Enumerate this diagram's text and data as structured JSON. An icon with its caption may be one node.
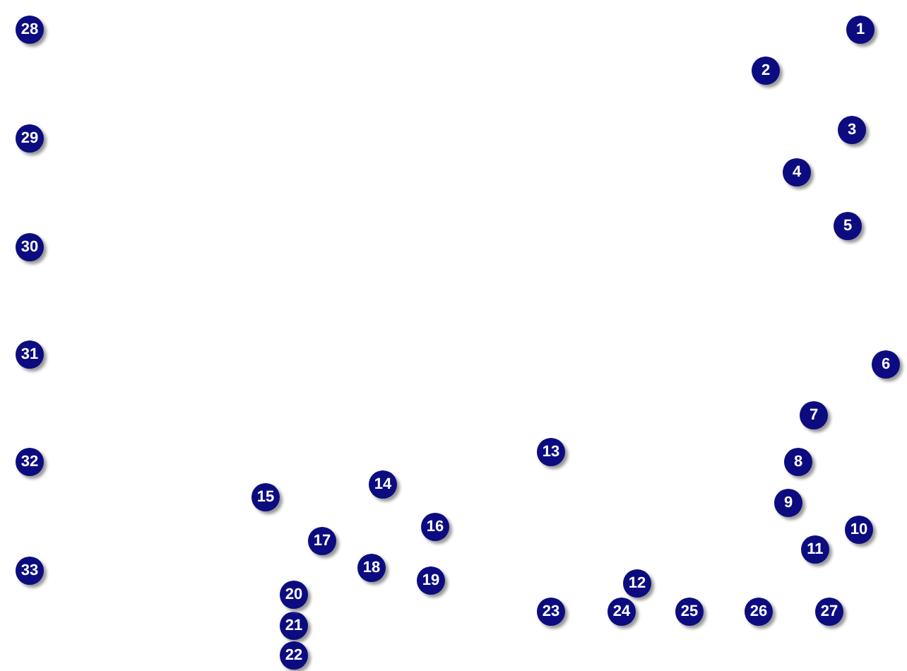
{
  "diagram": {
    "labels": [
      "1",
      "2",
      "3",
      "4",
      "5",
      "6",
      "7",
      "8",
      "9",
      "10",
      "11",
      "12",
      "13",
      "14",
      "15",
      "16",
      "17",
      "18",
      "19",
      "20",
      "21",
      "22",
      "23",
      "24",
      "25",
      "26",
      "27",
      "28",
      "29",
      "30",
      "31",
      "32",
      "33"
    ]
  }
}
